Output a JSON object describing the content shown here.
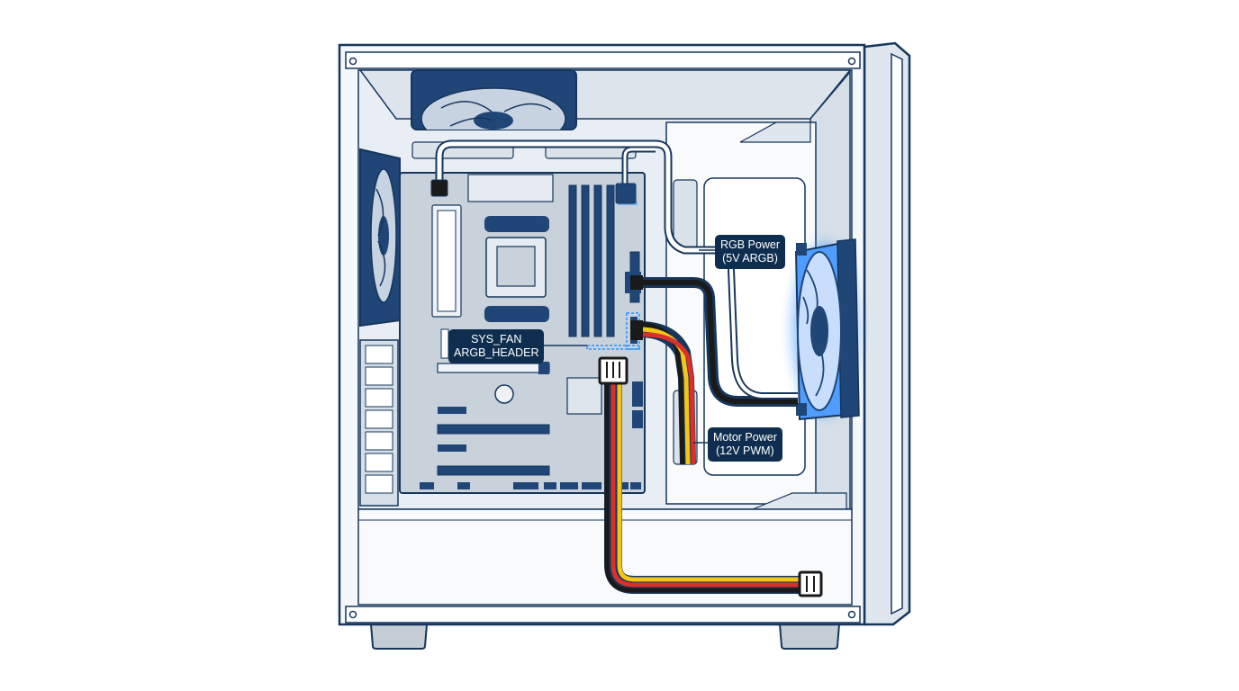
{
  "labels": {
    "sys_fan": {
      "line1": "SYS_FAN",
      "line2": "ARGB_HEADER"
    },
    "rgb_power": {
      "line1": "RGB Power",
      "line2": "(5V ARGB)"
    },
    "motor_power": {
      "line1": "Motor Power",
      "line2": "(12V PWM)"
    }
  },
  "colors": {
    "outline": "#16365c",
    "case_fill": "#f4f7fb",
    "panel_fill": "#dfe6ee",
    "board_fill": "#c9d1db",
    "fan_dark": "#1f4677",
    "rgb_glow": "#2f8cff",
    "cable_red": "#d9302b",
    "cable_yellow": "#f2c518",
    "cable_black": "#1a1a1a",
    "cable_white": "#ffffff"
  },
  "icons": [
    "fan-icon",
    "connector-icon"
  ]
}
